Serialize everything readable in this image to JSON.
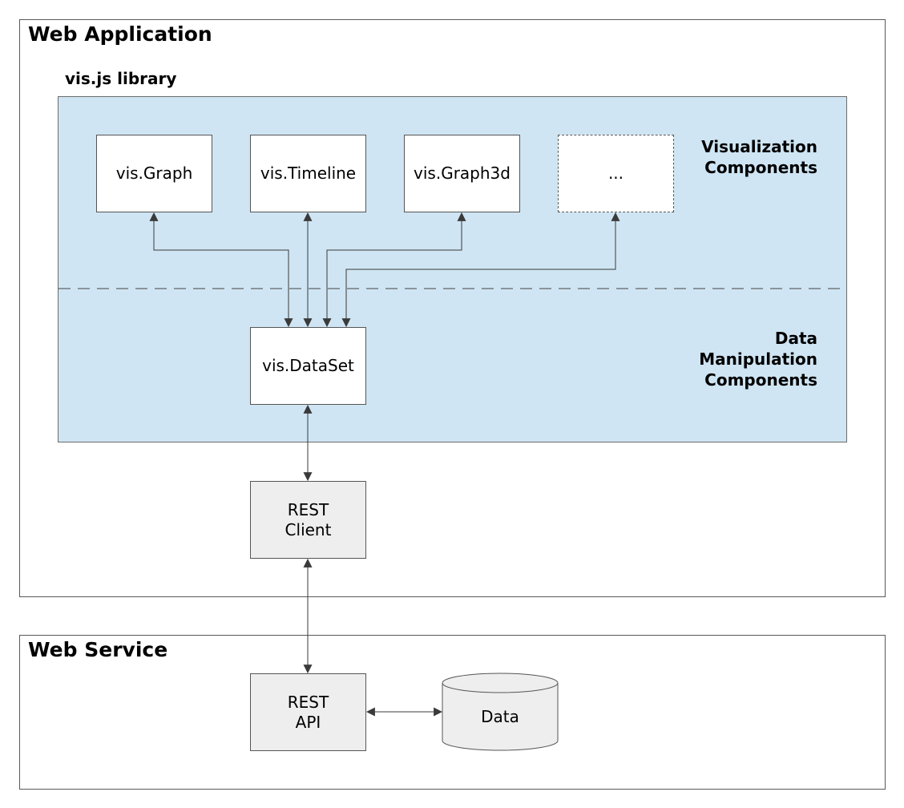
{
  "web_application": {
    "title": "Web Application"
  },
  "library": {
    "title": "vis.js library",
    "visualization_label": "Visualization\nComponents",
    "data_label": "Data\nManipulation\nComponents"
  },
  "components": {
    "graph": "vis.Graph",
    "timeline": "vis.Timeline",
    "graph3d": "vis.Graph3d",
    "more": "...",
    "dataset": "vis.DataSet"
  },
  "rest_client": {
    "label": "REST\nClient"
  },
  "web_service": {
    "title": "Web Service"
  },
  "rest_api": {
    "label": "REST\nAPI"
  },
  "database": {
    "label": "Data"
  },
  "colors": {
    "library_bg": "#cfe5f3",
    "node_bg": "#ffffff",
    "grey_node_bg": "#eeeeee",
    "line": "#3a3a3a"
  }
}
